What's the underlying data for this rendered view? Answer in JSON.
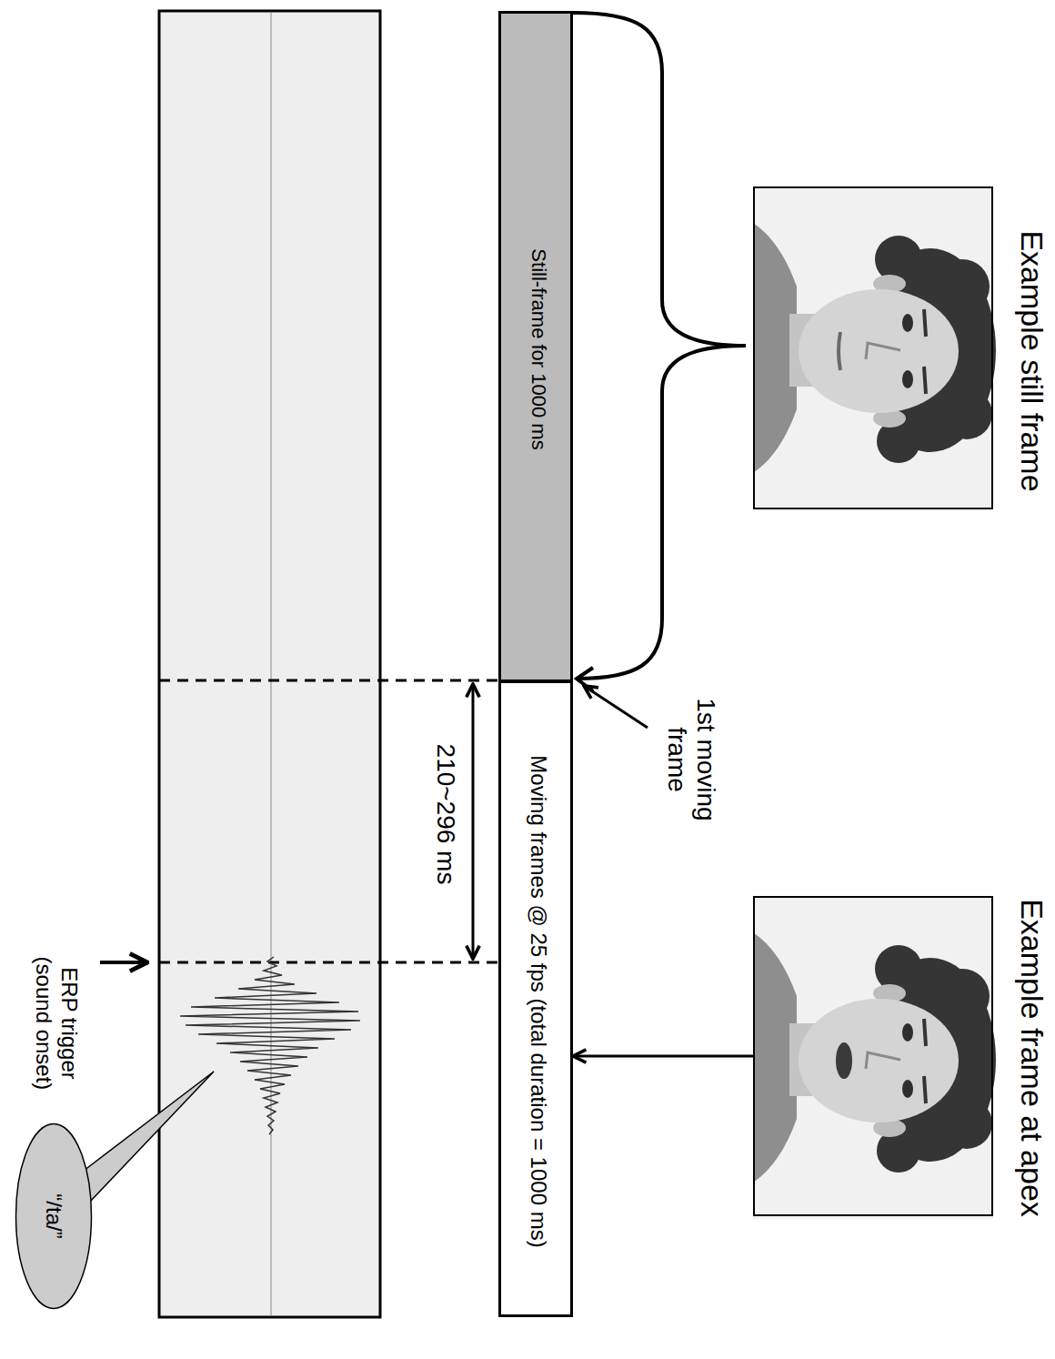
{
  "diagram": {
    "nodes": [
      {
        "text": [
          "Still-frame for 1000 ms"
        ]
      },
      {
        "text": [
          "Moving frames @ 25 fps (total duration = 1000 ms)"
        ]
      },
      {
        "text": [
          "Example still frame"
        ]
      },
      {
        "text": [
          "Example frame at apex"
        ]
      },
      {
        "text": [
          "“/ta/”"
        ]
      }
    ],
    "edges": [
      {
        "from": 3,
        "to": 1,
        "arrow": "to"
      }
    ],
    "labels": [
      "1st moving frame",
      "210~296 ms",
      "ERP trigger (sound onset)"
    ]
  }
}
